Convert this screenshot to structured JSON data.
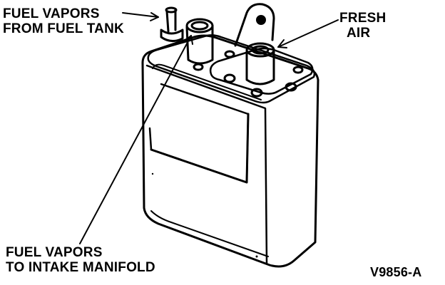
{
  "labels": {
    "fuel_vapors_from_tank": [
      "FUEL VAPORS",
      "FROM FUEL TANK"
    ],
    "fresh_air": [
      "FRESH",
      "AIR"
    ],
    "fuel_vapors_to_manifold": [
      "FUEL VAPORS",
      "TO INTAKE MANIFOLD"
    ],
    "figure_id": "V9856-A"
  },
  "colors": {
    "ink": "#000000",
    "paper": "#ffffff"
  }
}
